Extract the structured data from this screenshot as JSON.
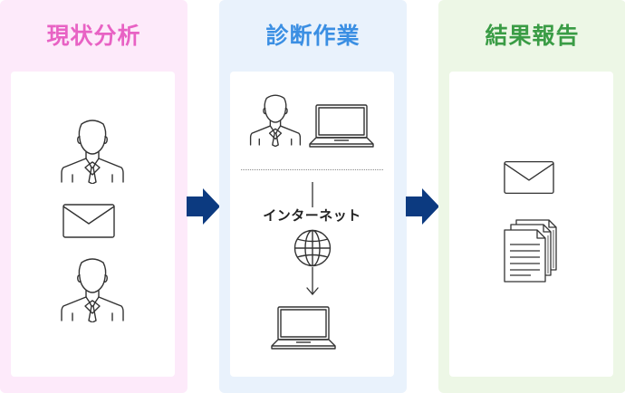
{
  "colors": {
    "panel1_bg": "#fdeafa",
    "panel1_title": "#e862c4",
    "panel2_bg": "#e9f2fc",
    "panel2_title": "#3b8fe3",
    "panel3_bg": "#edf7e6",
    "panel3_title": "#3a9c45",
    "arrow": "#0c3a80",
    "stroke": "#333333"
  },
  "panels": [
    {
      "title": "現状分析",
      "icons": [
        "person-icon",
        "envelope-icon",
        "person-icon"
      ]
    },
    {
      "title": "診断作業",
      "icons": [
        "person-icon",
        "laptop-icon",
        "globe-icon",
        "laptop-icon"
      ],
      "network_label": "インターネット"
    },
    {
      "title": "結果報告",
      "icons": [
        "envelope-icon",
        "documents-icon"
      ]
    }
  ]
}
